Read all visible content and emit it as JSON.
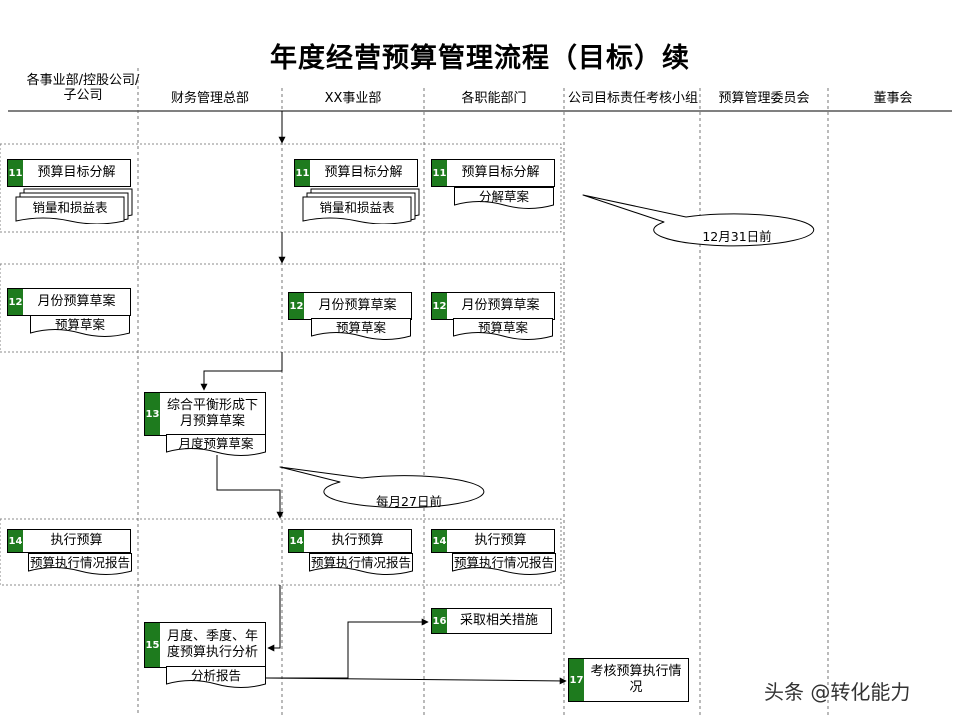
{
  "title": "年度经营预算管理流程（目标）续",
  "lanes": [
    {
      "label": "各事业部/控股公司/子公司"
    },
    {
      "label": "财务管理总部"
    },
    {
      "label": "XX事业部"
    },
    {
      "label": "各职能部门"
    },
    {
      "label": "公司目标责任考核小组"
    },
    {
      "label": "预算管理委员会"
    },
    {
      "label": "董事会"
    }
  ],
  "lane0_line1": "各事业部/控股公司/",
  "lane0_line2": "子公司",
  "steps": {
    "s11a": {
      "num": "11",
      "label": "预算目标分解",
      "doc": "销量和损益表"
    },
    "s11b": {
      "num": "11",
      "label": "预算目标分解",
      "doc": "销量和损益表"
    },
    "s11c": {
      "num": "11",
      "label": "预算目标分解",
      "doc": "分解草案"
    },
    "s12a": {
      "num": "12",
      "label": "月份预算草案",
      "doc": "预算草案"
    },
    "s12b": {
      "num": "12",
      "label": "月份预算草案",
      "doc": "预算草案"
    },
    "s12c": {
      "num": "12",
      "label": "月份预算草案",
      "doc": "预算草案"
    },
    "s13": {
      "num": "13",
      "label_line1": "综合平衡形成下",
      "label_line2": "月预算草案",
      "doc": "月度预算草案"
    },
    "s14a": {
      "num": "14",
      "label": "执行预算",
      "doc": "预算执行情况报告"
    },
    "s14b": {
      "num": "14",
      "label": "执行预算",
      "doc": "预算执行情况报告"
    },
    "s14c": {
      "num": "14",
      "label": "执行预算",
      "doc": "预算执行情况报告"
    },
    "s15": {
      "num": "15",
      "label_line1": "月度、季度、年",
      "label_line2": "度预算执行分析",
      "doc": "分析报告"
    },
    "s16": {
      "num": "16",
      "label": "采取相关措施"
    },
    "s17": {
      "num": "17",
      "label_line1": "考核预算执行情",
      "label_line2": "况"
    }
  },
  "callouts": {
    "dec31": "12月31日前",
    "day27": "每月27日前"
  },
  "watermark": "头条 @转化能力",
  "colors": {
    "step_number_bg": "#1e7b1e"
  }
}
